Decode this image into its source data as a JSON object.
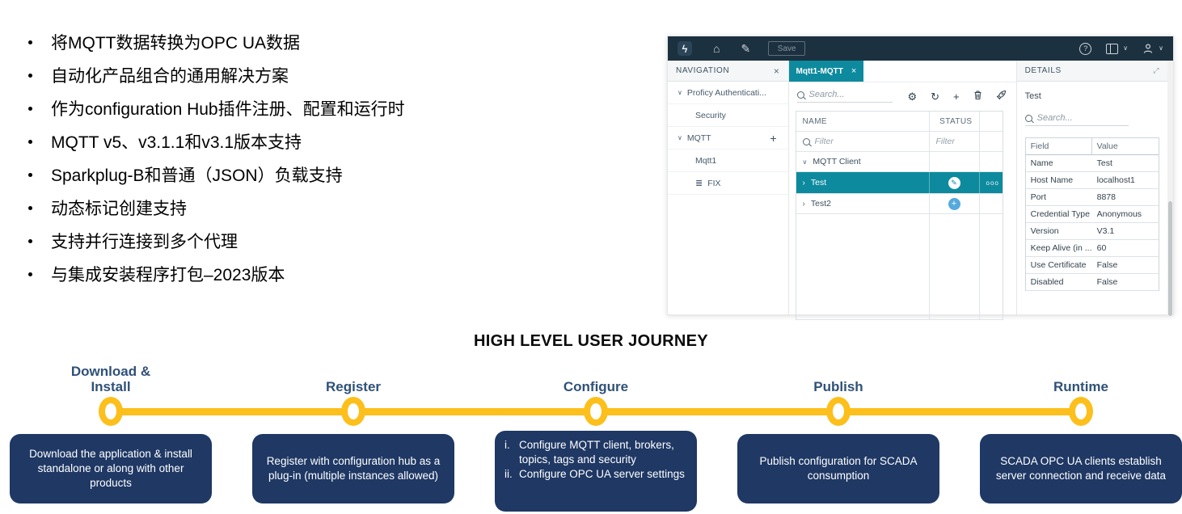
{
  "colors": {
    "accent_teal": "#0E8A9E",
    "topbar_navy": "#1C3140",
    "box_navy": "#1F3864",
    "journey_yellow": "#FCBF1C",
    "label_navy": "#2F5178",
    "status_blue": "#55A9DC"
  },
  "bullets": [
    "将MQTT数据转换为OPC UA数据",
    "自动化产品组合的通用解决方案",
    "作为configuration Hub插件注册、配置和运行时",
    "MQTT v5、v3.1.1和v3.1版本支持",
    "Sparkplug-B和普通（JSON）负载支持",
    "动态标记创建支持",
    "支持并行连接到多个代理",
    "与集成安装程序打包–2023版本"
  ],
  "app": {
    "topbar": {
      "save_label": "Save"
    },
    "icons": {
      "logo": "ϟ",
      "home": "⌂",
      "pen": "✎",
      "help": "?",
      "settings": "⚙",
      "refresh": "↻",
      "add": "+",
      "chevron_down": "∨",
      "chevron_right": "›",
      "close": "×",
      "fix": "≣",
      "edit": "✎",
      "plus": "+"
    },
    "navigation": {
      "title": "NAVIGATION",
      "items": [
        {
          "label": "Proficy Authenticati..."
        },
        {
          "label": "Security"
        },
        {
          "label": "MQTT"
        },
        {
          "label": "Mqtt1"
        },
        {
          "label": "FIX"
        }
      ]
    },
    "workspace": {
      "tab": "Mqtt1-MQTT",
      "search_placeholder": "Search...",
      "columns": [
        "NAME",
        "STATUS"
      ],
      "filter_placeholder": "Filter",
      "tree_group": "MQTT Client",
      "rows": [
        {
          "name": "Test",
          "status": "edit",
          "more": "ooo"
        },
        {
          "name": "Test2",
          "status": "add",
          "more": ""
        }
      ]
    },
    "details": {
      "title": "DETAILS",
      "subtitle": "Test",
      "search_placeholder": "Search...",
      "columns": [
        "Field",
        "Value"
      ],
      "fields": [
        [
          "Name",
          "Test"
        ],
        [
          "Host Name",
          "localhost1"
        ],
        [
          "Port",
          "8878"
        ],
        [
          "Credential Type",
          "Anonymous"
        ],
        [
          "Version",
          "V3.1"
        ],
        [
          "Keep Alive (in ...",
          "60"
        ],
        [
          "Use Certificate",
          "False"
        ],
        [
          "Disabled",
          "False"
        ]
      ]
    }
  },
  "journey": {
    "title": "HIGH LEVEL USER JOURNEY",
    "stages": [
      {
        "label": "Download &\nInstall",
        "desc": "Download the application & install standalone or along with other products"
      },
      {
        "label": "Register",
        "desc": "Register with configuration hub as a plug-in (multiple instances allowed)"
      },
      {
        "label": "Configure",
        "steps": [
          {
            "prefix": "i.",
            "text": "Configure MQTT client, brokers, topics, tags and security"
          },
          {
            "prefix": "ii.",
            "text": "Configure OPC UA server settings"
          }
        ]
      },
      {
        "label": "Publish",
        "desc": "Publish configuration for SCADA consumption"
      },
      {
        "label": "Runtime",
        "desc": "SCADA OPC UA clients establish server connection and receive data"
      }
    ]
  }
}
